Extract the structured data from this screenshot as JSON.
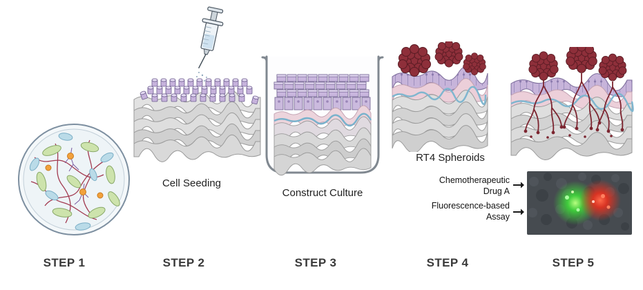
{
  "steps": [
    {
      "label": "STEP 1",
      "caption": ""
    },
    {
      "label": "STEP 2",
      "caption": "Cell Seeding"
    },
    {
      "label": "STEP 3",
      "caption": "Construct Culture"
    },
    {
      "label": "STEP 4",
      "caption": "RT4 Spheroids"
    },
    {
      "label": "STEP 5",
      "caption": ""
    }
  ],
  "annotations": {
    "chemo": [
      "Chemotherapeutic",
      "Drug A"
    ],
    "assay": [
      "Fluorescence-based",
      "Assay"
    ]
  },
  "colors": {
    "background": "#ffffff",
    "step_label": "#3a3a3a",
    "caption_text": "#1f1f1f",
    "layer_purple": "#c7b4da",
    "layer_pink": "#ecd2da",
    "membrane_blue": "#79b2cc",
    "scaffold_gray": "#d8d8d8",
    "spheroid_red": "#8e2f3a",
    "vessel_red": "#7c2530",
    "fluorescence_green": "#3fd93a",
    "fluorescence_red": "#e8301e"
  }
}
